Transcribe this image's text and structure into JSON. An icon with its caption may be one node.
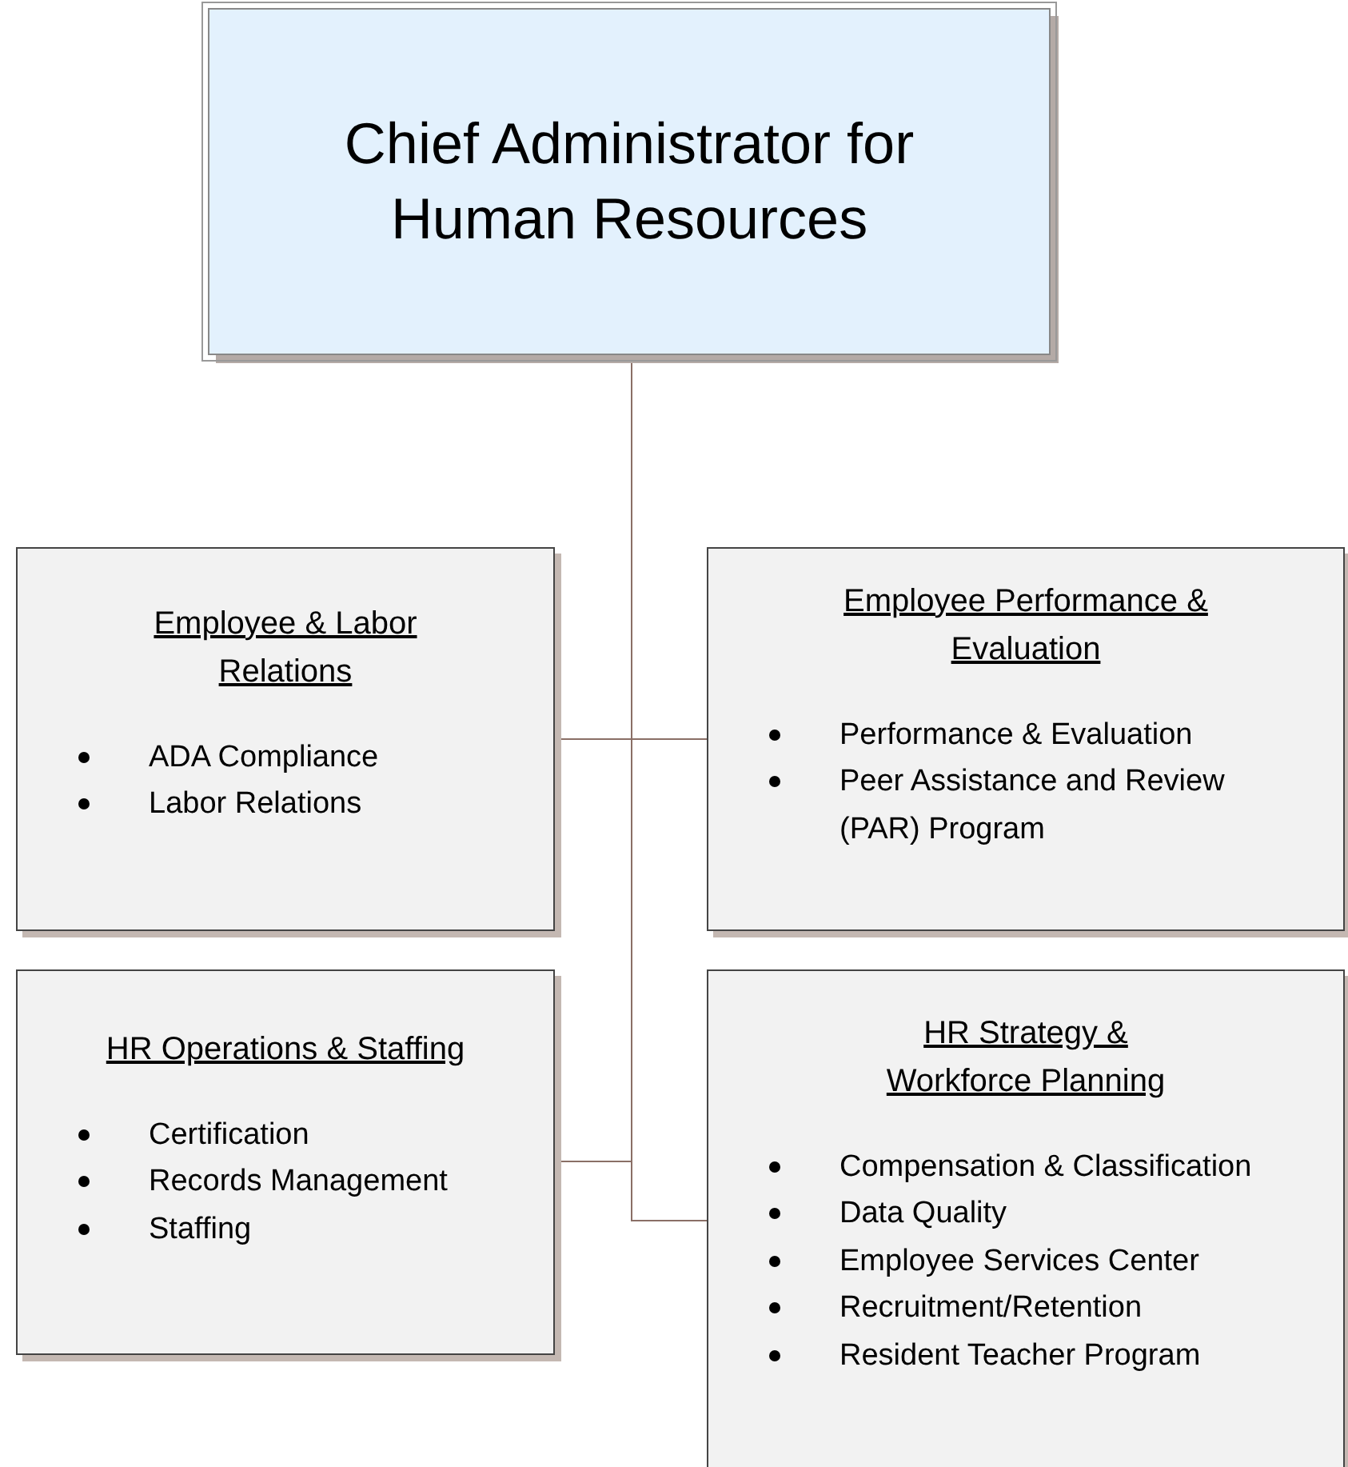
{
  "diagram": {
    "nodes": [
      {
        "text": [
          "Chief Administrator for Human Resources"
        ]
      },
      {
        "text": [
          "Employee & Labor Relations",
          "ADA Compliance",
          "Labor Relations"
        ]
      },
      {
        "text": [
          "Employee Performance & Evaluation",
          "Performance & Evaluation",
          "Peer Assistance and Review (PAR) Program"
        ]
      },
      {
        "text": [
          "HR Operations & Staffing",
          "Certification",
          "Records Management",
          "Staffing"
        ]
      },
      {
        "text": [
          "HR Strategy & Workforce Planning",
          "Compensation & Classification",
          "Data Quality",
          "Employee Services Center",
          "Recruitment/Retention",
          "Resident Teacher Program"
        ]
      }
    ],
    "edges": [
      {
        "from": 0,
        "to": 1,
        "arrow": "none"
      },
      {
        "from": 0,
        "to": 2,
        "arrow": "none"
      },
      {
        "from": 0,
        "to": 3,
        "arrow": "none"
      },
      {
        "from": 0,
        "to": 4,
        "arrow": "none"
      }
    ]
  }
}
